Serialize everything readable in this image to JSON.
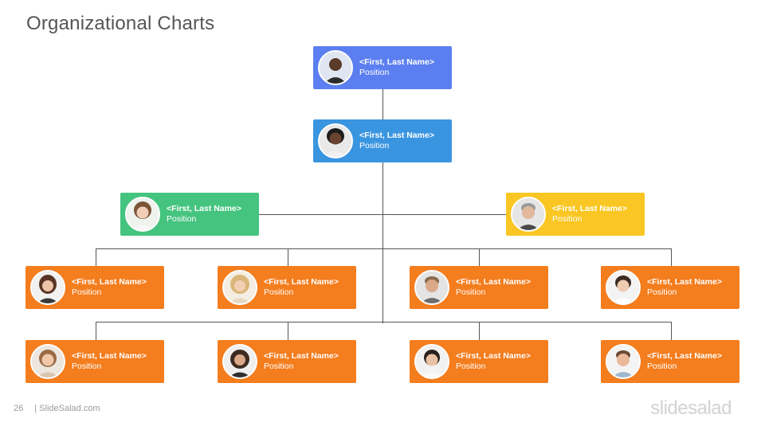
{
  "page": {
    "title": "Organizational Charts",
    "slide_number": "26",
    "footer_text": "| SlideSalad.com",
    "brand": "slidesalad"
  },
  "colors": {
    "level1": "#5b7ff0",
    "level2": "#3a95e0",
    "left_manager": "#45c47f",
    "right_manager": "#f9c623",
    "staff": "#f47d1e",
    "connector": "#555555"
  },
  "people": [
    {
      "id": "ceo",
      "name": "<First, Last Name>",
      "position": "Position",
      "avatar": "person-avatar-icon"
    },
    {
      "id": "director",
      "name": "<First, Last Name>",
      "position": "Position",
      "avatar": "person-avatar-icon"
    },
    {
      "id": "manager-left",
      "name": "<First, Last Name>",
      "position": "Position",
      "avatar": "person-avatar-icon"
    },
    {
      "id": "manager-right",
      "name": "<First, Last Name>",
      "position": "Position",
      "avatar": "person-avatar-icon"
    },
    {
      "id": "staff-1",
      "name": "<First, Last Name>",
      "position": "Position",
      "avatar": "person-avatar-icon"
    },
    {
      "id": "staff-2",
      "name": "<First, Last Name>",
      "position": "Position",
      "avatar": "person-avatar-icon"
    },
    {
      "id": "staff-3",
      "name": "<First, Last Name>",
      "position": "Position",
      "avatar": "person-avatar-icon"
    },
    {
      "id": "staff-4",
      "name": "<First, Last Name>",
      "position": "Position",
      "avatar": "person-avatar-icon"
    },
    {
      "id": "staff-5",
      "name": "<First, Last Name>",
      "position": "Position",
      "avatar": "person-avatar-icon"
    },
    {
      "id": "staff-6",
      "name": "<First, Last Name>",
      "position": "Position",
      "avatar": "person-avatar-icon"
    },
    {
      "id": "staff-7",
      "name": "<First, Last Name>",
      "position": "Position",
      "avatar": "person-avatar-icon"
    },
    {
      "id": "staff-8",
      "name": "<First, Last Name>",
      "position": "Position",
      "avatar": "person-avatar-icon"
    }
  ]
}
